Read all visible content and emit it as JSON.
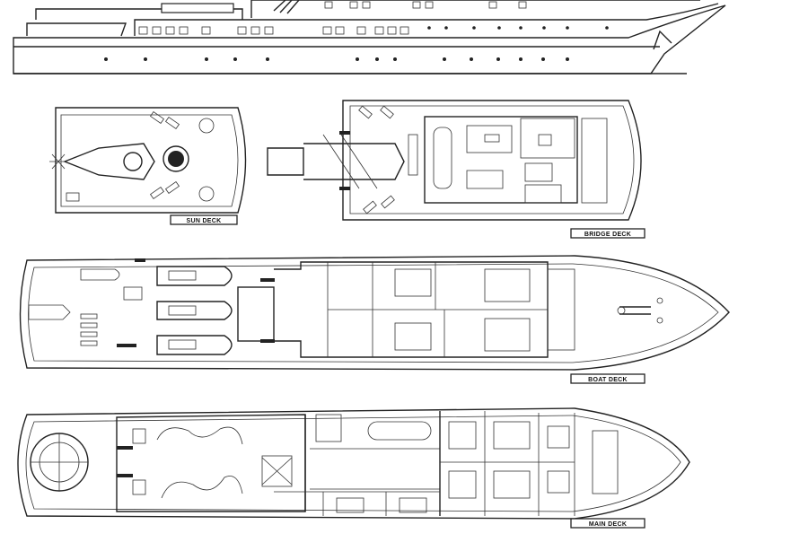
{
  "decks": {
    "sun": {
      "label": "SUN DECK"
    },
    "bridge": {
      "label": "BRIDGE DECK"
    },
    "boat": {
      "label": "BOAT DECK"
    },
    "main": {
      "label": "MAIN DECK"
    }
  }
}
